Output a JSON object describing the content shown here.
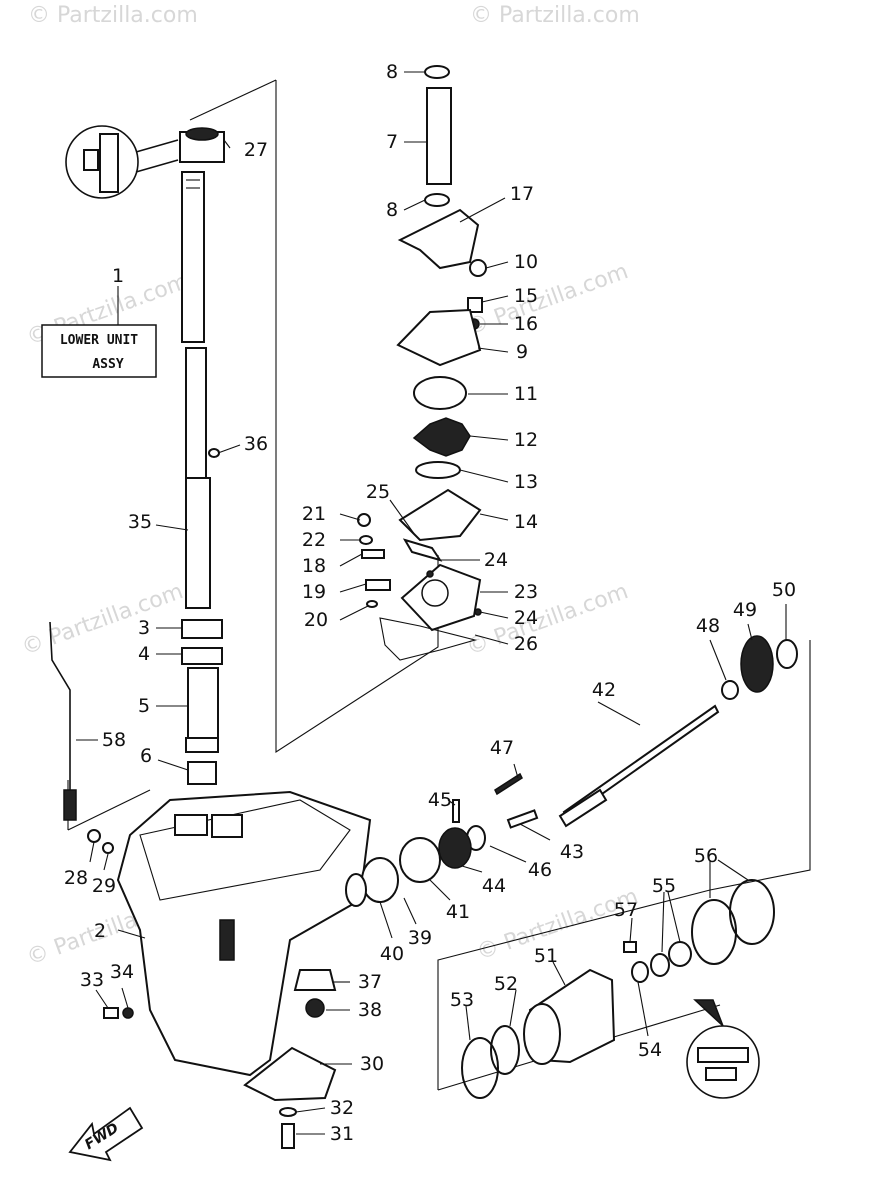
{
  "watermark": "© Partzilla.com",
  "assembly_label": {
    "line1": "LOWER UNIT",
    "line2": "ASSY"
  },
  "direction_label": "FWD",
  "callouts": {
    "c1": "1",
    "c2": "2",
    "c3": "3",
    "c4": "4",
    "c5": "5",
    "c6": "6",
    "c7": "7",
    "c8a": "8",
    "c8b": "8",
    "c9": "9",
    "c10": "10",
    "c11": "11",
    "c12": "12",
    "c13": "13",
    "c14": "14",
    "c15": "15",
    "c16": "16",
    "c17": "17",
    "c18": "18",
    "c19": "19",
    "c20": "20",
    "c21": "21",
    "c22": "22",
    "c23": "23",
    "c24a": "24",
    "c24b": "24",
    "c25": "25",
    "c26": "26",
    "c27": "27",
    "c28": "28",
    "c29": "29",
    "c30": "30",
    "c31": "31",
    "c32": "32",
    "c33": "33",
    "c34": "34",
    "c35": "35",
    "c36": "36",
    "c37": "37",
    "c38": "38",
    "c39": "39",
    "c40": "40",
    "c41": "41",
    "c42": "42",
    "c43": "43",
    "c44": "44",
    "c45": "45",
    "c46": "46",
    "c47": "47",
    "c48": "48",
    "c49": "49",
    "c50": "50",
    "c51": "51",
    "c52": "52",
    "c53": "53",
    "c54": "54",
    "c55": "55",
    "c56": "56",
    "c57": "57",
    "c58": "58"
  }
}
